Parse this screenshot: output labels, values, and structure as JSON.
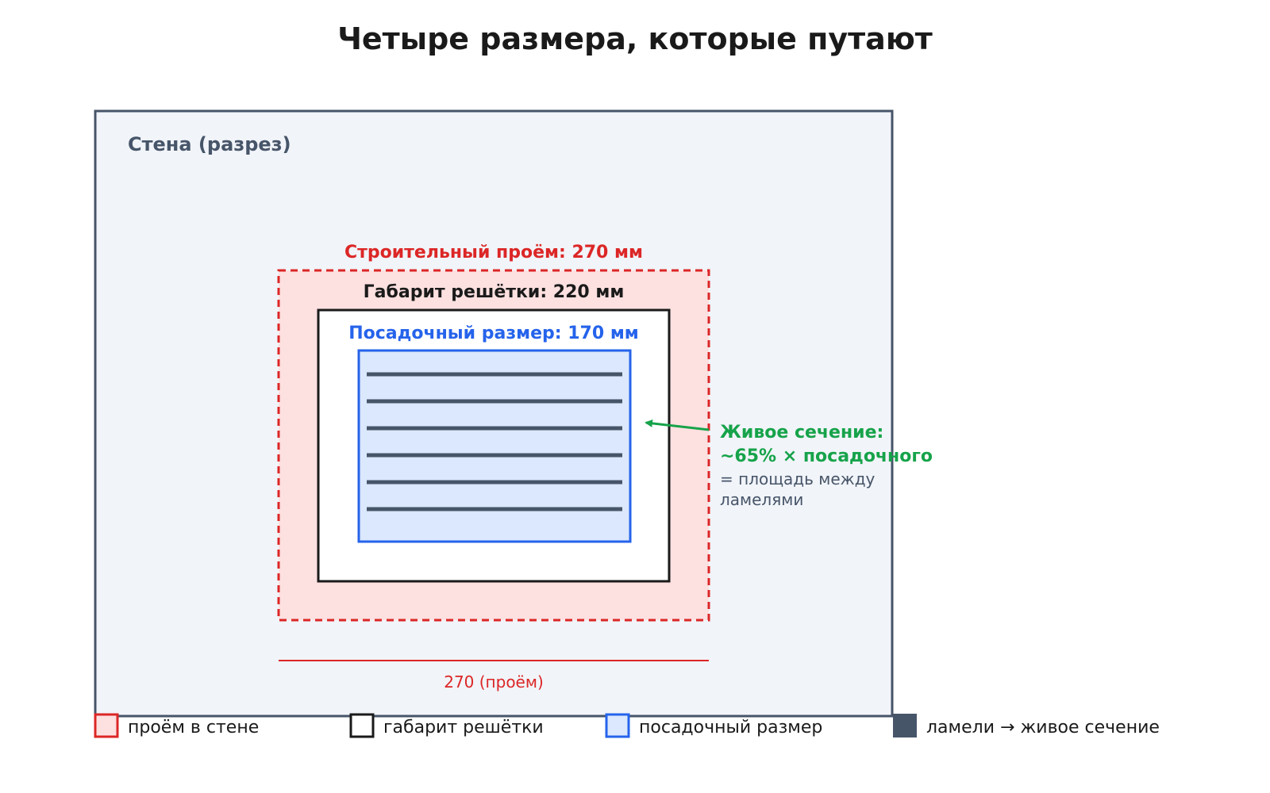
{
  "title": "Четыре размера, которые путают",
  "wall": {
    "label": "Стена (разрез)"
  },
  "opening": {
    "label": "Строительный проём: 270 мм",
    "dimension_label": "270 (проём)"
  },
  "grille": {
    "label": "Габарит решётки: 220 мм"
  },
  "mounting": {
    "label": "Посадочный размер: 170 мм"
  },
  "louvers": {
    "count": 6
  },
  "annotation": {
    "line1": "Живое сечение:",
    "line2": "~65% × посадочного",
    "line3": "= площадь между",
    "line4": "ламелями"
  },
  "legend": [
    {
      "label": "проём в стене"
    },
    {
      "label": "габарит решётки"
    },
    {
      "label": "посадочный размер"
    },
    {
      "label": "ламели → живое сечение"
    }
  ],
  "colors": {
    "red": "#dc2626",
    "red_fill": "#fde0e0",
    "black": "#1a1a1a",
    "blue": "#2563eb",
    "blue_fill": "#dbe8fd",
    "slate": "#475569",
    "wall_fill": "#f1f4f9",
    "green": "#16a34a"
  }
}
